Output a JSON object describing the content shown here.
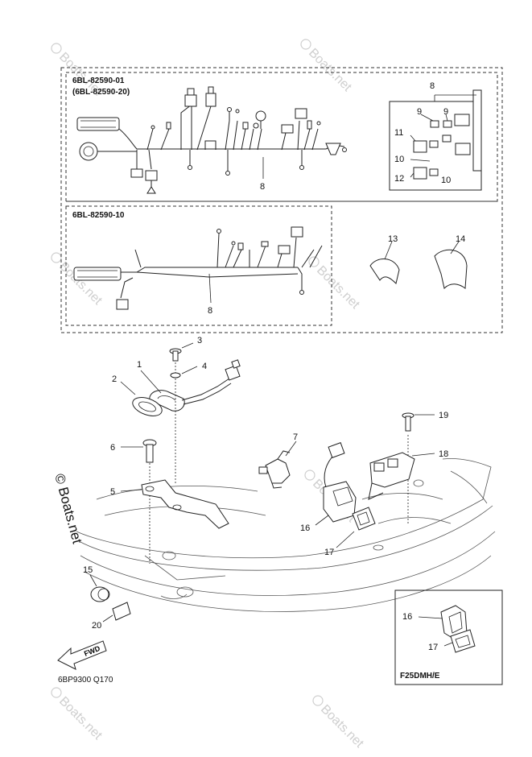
{
  "diagram": {
    "harness_codes": {
      "primary": "6BL-82590-01",
      "secondary": "(6BL-82590-20)",
      "lower": "6BL-82590-10"
    },
    "inset_model": "F25DMH/E",
    "footer_code": "6BP9300 Q170",
    "fwd_label": "FWD",
    "watermark_text": "Boats.net",
    "copyright_text": "© Boats.net",
    "callouts": {
      "c1": "1",
      "c2": "2",
      "c3": "3",
      "c4": "4",
      "c5": "5",
      "c6": "6",
      "c7": "7",
      "c8a": "8",
      "c8b": "8",
      "c8c": "8",
      "c9a": "9",
      "c9b": "9",
      "c10a": "10",
      "c10b": "10",
      "c11": "11",
      "c12": "12",
      "c13": "13",
      "c14": "14",
      "c15": "15",
      "c16": "16",
      "c16b": "16",
      "c17": "17",
      "c17b": "17",
      "c18": "18",
      "c19": "19",
      "c20": "20"
    }
  }
}
